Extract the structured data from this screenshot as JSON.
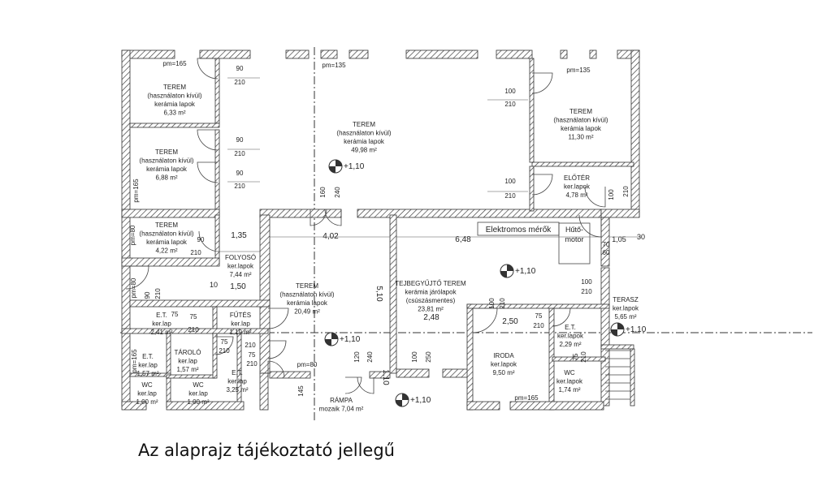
{
  "caption": "Az alaprajz tájékoztató jellegű",
  "colors": {
    "wall": "#333333",
    "line": "#444444",
    "paper": "#ffffff"
  },
  "rooms": [
    {
      "lines": [
        "TEREM",
        "(használaton kívül)",
        "kerámia lapok",
        "6,33 m²"
      ]
    },
    {
      "lines": [
        "TEREM",
        "(használaton kívül)",
        "kerámia lapok",
        "6,88 m²"
      ]
    },
    {
      "lines": [
        "TEREM",
        "(használaton kívül)",
        "kerámia lapok",
        "49,98 m²"
      ]
    },
    {
      "lines": [
        "TEREM",
        "(használaton kívül)",
        "kerámia lapok",
        "11,30 m²"
      ]
    },
    {
      "lines": [
        "ELŐTÉR",
        "ker.lapok",
        "4,78 m²"
      ]
    },
    {
      "lines": [
        "TEREM",
        "(használaton kívül)",
        "kerámia lapok",
        "4,22 m²"
      ]
    },
    {
      "lines": [
        "FOLYOSÓ",
        "ker.lapok",
        "7,44 m²"
      ]
    },
    {
      "lines": [
        "TEREM",
        "(használaton kívül)",
        "kerámia lapok",
        "20,49 m²"
      ]
    },
    {
      "lines": [
        "TEJBEGYŰJTŐ TEREM",
        "kerámia járólapok",
        "(csúszásmentes)",
        "23,81 m²"
      ]
    },
    {
      "lines": [
        "E.T.",
        "ker.lap",
        "2,41 m²"
      ]
    },
    {
      "lines": [
        "FŰTÉS",
        "ker.lap",
        "1,19 m²"
      ]
    },
    {
      "lines": [
        "TÁROLÓ",
        "ker.lap",
        "1,57 m²"
      ]
    },
    {
      "lines": [
        "E.T.",
        "ker.lap",
        "1,57 m²"
      ]
    },
    {
      "lines": [
        "E.T.",
        "ker.lap",
        "3,25 m²"
      ]
    },
    {
      "lines": [
        "WC",
        "ker.lap",
        "1,00 m²"
      ]
    },
    {
      "lines": [
        "WC",
        "ker.lap",
        "1,00 m²"
      ]
    },
    {
      "lines": [
        "RÁMPA",
        "mozaik  7,04 m²"
      ]
    },
    {
      "lines": [
        "IRODA",
        "ker.lapok",
        "9,50 m²"
      ]
    },
    {
      "lines": [
        "E.T.",
        "ker.lapok",
        "2,29 m²"
      ]
    },
    {
      "lines": [
        "WC",
        "ker.lapok",
        "1,74 m²"
      ]
    },
    {
      "lines": [
        "TERASZ",
        "ker.lapok",
        "5,65 m²"
      ]
    }
  ],
  "equipment": [
    "Elektromos mérők",
    "Hűtő-",
    "motor"
  ],
  "levels": [
    "+1,10",
    "+1,10",
    "+1,10",
    "+1,10",
    "+1,10"
  ],
  "parapets": [
    "pm=165",
    "pm=135",
    "pm=135",
    "pm=165",
    "pm=80",
    "pm=80",
    "pm=80",
    "pm=165",
    "pm=165"
  ],
  "dimensions": [
    "90",
    "210",
    "90",
    "210",
    "90",
    "210",
    "100",
    "210",
    "100",
    "210",
    "100",
    "210",
    "160",
    "240",
    "90",
    "210",
    "1,35",
    "4,02",
    "6,48",
    "1,05",
    "30",
    "70",
    "60",
    "100",
    "210",
    "10",
    "1,50",
    "90",
    "210",
    "5,10",
    "100",
    "210",
    "75",
    "210",
    "75",
    "210",
    "75",
    "210",
    "120",
    "240",
    "100",
    "250",
    "2,48",
    "2,50",
    "75",
    "210",
    "75",
    "210",
    "145",
    "1,10",
    "75",
    "210"
  ]
}
